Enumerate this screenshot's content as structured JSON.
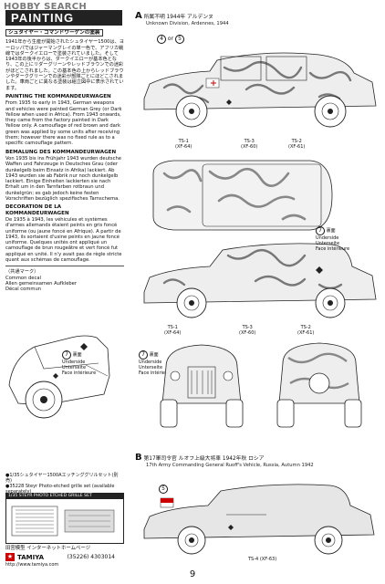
{
  "watermark": "HOBBY SEARCH",
  "banner": "PAINTING",
  "left": {
    "jp_heading": "シュタイヤー・コマンドワーゲンの塗装",
    "jp_body": "1941年から生産が開始されたシュタイヤー1500は、ヨーロッパではジャーマングレイの単一色で、アフリカ戦線ではダークイエローで塗装されていました。そして1943年の後半からは、ダークイエローが基本色となり、この上にリダーグリーンやレッドブラウンでの迷彩がほどこされました。この基本色の上からレッドブラウンやダークグリーンでの迷彩が部隊ごとにほどこされました。車両ごとに異なる塗装は組立図中に表示されています。",
    "en_heading": "PAINTING THE KOMMANDEURWAGEN",
    "en_body": "From 1935 to early in 1943, German weapons and vehicles were painted German Grey (or Dark Yellow when used in Africa). From 1943 onwards, they came from the factory painted in Dark Yellow only. A camouflage of red brown and dark green was applied by some units after receiving them; however there was no fixed rule as to a specific camouflage pattern.",
    "de_heading": "BEMALUNG DES KOMMANDEURWAGEN",
    "de_body": "Von 1935 bis ins Frühjahr 1943 wurden deutsche Waffen und Fahrzeuge in Deutsches Grau (oder dunkelgelb beim Einsatz in Afrika) lackiert. Ab 1943 wurden sie ab Fabrik nur noch dunkelgelb lackiert. Einige Einheiten lackierten sie nach Erhalt um in den Tarnfarben rotbraun und dunkelgrün; es gab jedoch keine festen Vorschriften bezüglich spezifisches Tarnschema.",
    "fr_heading": "DECORATION DE LA KOMMANDEURWAGEN",
    "fr_body": "De 1935 à 1943, les véhicules et systèmes d'armes allemands étaient peints en gris foncé uniforme (ou jaune foncé en Afrique). A partir de 1943, ils sortaient d'usine peints en jaune foncé uniforme. Quelques unités ont appliqué un camouflage de brun rougeâtre et vert foncé fut appliqué en unité. Il n'y avait pas de règle stricte quant aux schémas de camouflage.",
    "common_jp": "（共通マーク）",
    "common_en": "Common decal",
    "common_de": "Allen gemeinsamen Aufkleber",
    "common_fr": "Décal commun",
    "underside_num": "7",
    "underside_jp": "裏面",
    "underside_lines": [
      "Underside",
      "Unterseite",
      "Face intérieure"
    ],
    "pe_note_jp": "●1/35シュタイヤー1500Aエッチンググリルセット(別売)",
    "pe_note_en": "●35228 Steyr Photo-etched grille set (available separately)",
    "pe_box_title": "1/35 STEYR PHOTO ETCHED GRILLE SET",
    "site_jp": "田宮模型 インターネットホームページ",
    "site_url": "http://www.tamiya.com",
    "brand": "TAMIYA",
    "code": "(35226) 4303014"
  },
  "section_a": {
    "letter": "A",
    "jp": "所属不明 1944年 アルデンヌ",
    "en": "Unknown Division, Ardennes, 1944",
    "decals_top": [
      "4",
      "5"
    ],
    "paints": [
      {
        "code": "TS-1",
        "ref": "(XF-64)"
      },
      {
        "code": "TS-3",
        "ref": "(XF-60)"
      },
      {
        "code": "TS-2",
        "ref": "(XF-61)"
      }
    ],
    "paints_lower": [
      {
        "code": "TS-1",
        "ref": "(XF-64)"
      },
      {
        "code": "TS-3",
        "ref": "(XF-60)"
      },
      {
        "code": "TS-2",
        "ref": "(XF-61)"
      }
    ],
    "decal_5": "5",
    "decal_7": "7",
    "underside_jp": "裏面",
    "underside_lines": [
      "Underside",
      "Unterseite",
      "Face intérieure"
    ]
  },
  "section_b": {
    "letter": "B",
    "jp": "第17軍司令官 ルオフ上級大将車 1942年秋 ロシア",
    "en": "17th Army Commanding General Ruoff's Vehicle, Russia, Autumn 1942",
    "decal": "5",
    "paint": {
      "code": "TS-4",
      "ref": "(XF-63)"
    }
  },
  "page_number": "9"
}
